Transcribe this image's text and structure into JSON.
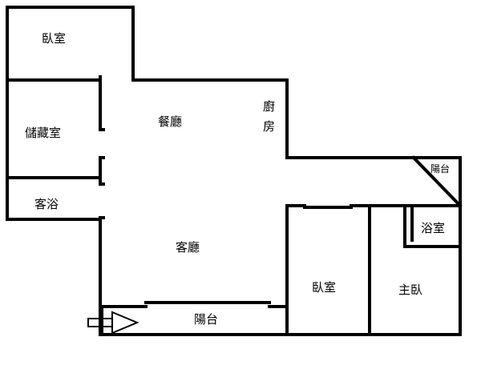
{
  "rooms": {
    "bedroom_top": "臥室",
    "storage": "儲藏室",
    "guest_bath": "客浴",
    "dining": "餐廳",
    "kitchen_line1": "廚",
    "kitchen_line2": "房",
    "living": "客廳",
    "balcony_bottom": "陽台",
    "balcony_small": "陽台",
    "bath": "浴室",
    "bedroom_mid": "臥室",
    "master_bedroom": "主臥"
  },
  "entrance_icon": "entrance-arrow-icon"
}
